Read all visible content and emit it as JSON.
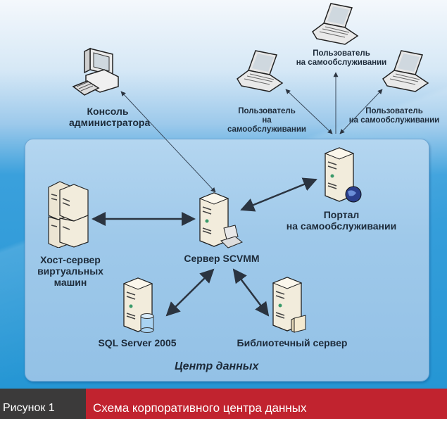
{
  "diagram": {
    "datacenter_label": "Центр данных",
    "nodes": {
      "admin_console": {
        "label_line1": "Консоль",
        "label_line2": "администратора",
        "icon": "desktop-computer-icon"
      },
      "user_top": {
        "label_line1": "Пользователь",
        "label_line2": "на самообслуживании",
        "icon": "laptop-icon"
      },
      "user_left": {
        "label_line1": "Пользователь",
        "label_line2": "на самообслуживании",
        "icon": "laptop-icon"
      },
      "user_right": {
        "label_line1": "Пользователь",
        "label_line2": "на самообслуживании",
        "icon": "laptop-icon"
      },
      "host_server": {
        "label_line1": "Хост-сервер",
        "label_line2": "виртуальных",
        "label_line3": "машин",
        "icon": "server-cluster-icon"
      },
      "scvmm_server": {
        "label": "Сервер SCVMM",
        "icon": "server-with-workstation-icon"
      },
      "portal": {
        "label_line1": "Портал",
        "label_line2": "на самообслуживании",
        "icon": "server-with-globe-icon"
      },
      "sql_server": {
        "label": "SQL Server 2005",
        "icon": "server-with-database-icon"
      },
      "library_server": {
        "label": "Библиотечный сервер",
        "icon": "server-with-folder-icon"
      }
    },
    "connections": [
      {
        "from": "admin_console",
        "to": "scvmm_server",
        "style": "thin"
      },
      {
        "from": "user_top",
        "to": "portal",
        "style": "thin"
      },
      {
        "from": "user_left",
        "to": "portal",
        "style": "thin"
      },
      {
        "from": "user_right",
        "to": "portal",
        "style": "thin"
      },
      {
        "from": "host_server",
        "to": "scvmm_server",
        "style": "thick"
      },
      {
        "from": "portal",
        "to": "scvmm_server",
        "style": "thick"
      },
      {
        "from": "sql_server",
        "to": "scvmm_server",
        "style": "thick"
      },
      {
        "from": "library_server",
        "to": "scvmm_server",
        "style": "thick"
      }
    ]
  },
  "caption": {
    "figure_number": "Рисунок 1",
    "title": "Схема корпоративного центра данных"
  },
  "colors": {
    "caption_number_bg": "#3b3a3a",
    "caption_title_bg": "#c1232f",
    "background_blue": "#2596d4",
    "datacenter_fill": "#9fc9ea",
    "label_text": "#1d2b3a"
  }
}
